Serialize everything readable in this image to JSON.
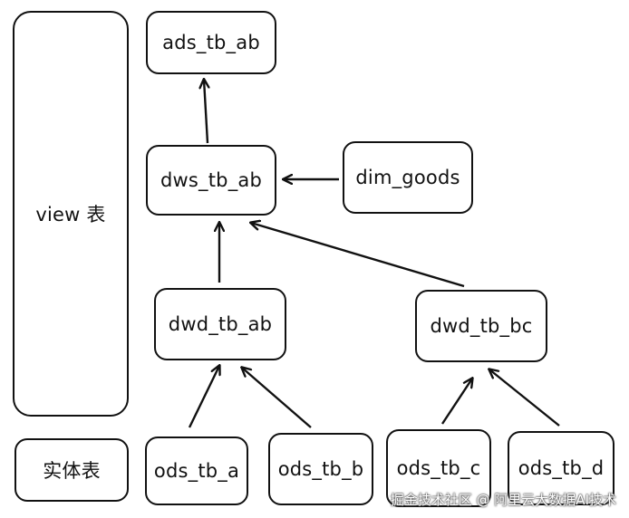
{
  "diagram": {
    "nodes": {
      "view": "view 表",
      "entity": "实体表",
      "ads_tb_ab": "ads_tb_ab",
      "dws_tb_ab": "dws_tb_ab",
      "dim_goods": "dim_goods",
      "dwd_tb_ab": "dwd_tb_ab",
      "dwd_tb_bc": "dwd_tb_bc",
      "ods_tb_a": "ods_tb_a",
      "ods_tb_b": "ods_tb_b",
      "ods_tb_c": "ods_tb_c",
      "ods_tb_d": "ods_tb_d"
    },
    "edges": [
      {
        "from": "dws_tb_ab",
        "to": "ads_tb_ab"
      },
      {
        "from": "dim_goods",
        "to": "dws_tb_ab"
      },
      {
        "from": "dwd_tb_ab",
        "to": "dws_tb_ab"
      },
      {
        "from": "dwd_tb_bc",
        "to": "dws_tb_ab"
      },
      {
        "from": "ods_tb_a",
        "to": "dwd_tb_ab"
      },
      {
        "from": "ods_tb_b",
        "to": "dwd_tb_ab"
      },
      {
        "from": "ods_tb_c",
        "to": "dwd_tb_bc"
      },
      {
        "from": "ods_tb_d",
        "to": "dwd_tb_bc"
      }
    ]
  },
  "watermark": "掘金技术社区 @ 阿里云大数据AI技术"
}
